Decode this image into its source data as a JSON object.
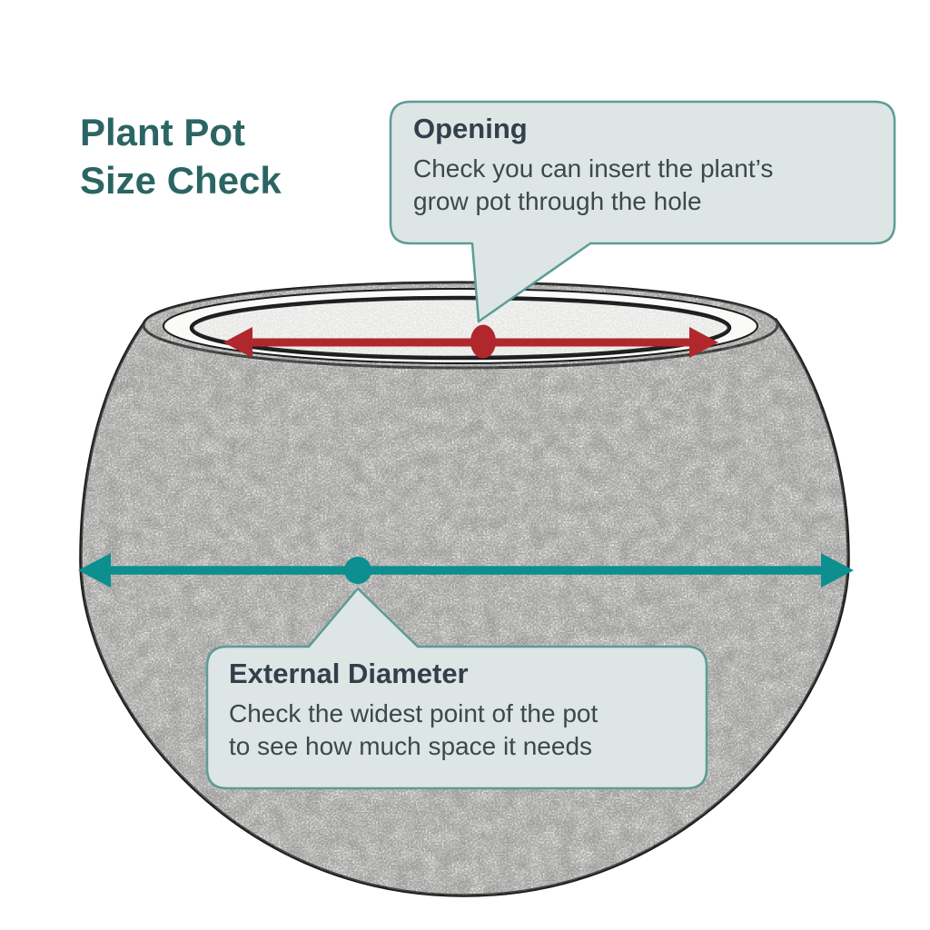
{
  "title": {
    "line1": "Plant Pot",
    "line2": "Size Check"
  },
  "callouts": {
    "opening": {
      "heading": "Opening",
      "body_line1": "Check you can insert the plant’s",
      "body_line2": "grow pot through the hole"
    },
    "external_diameter": {
      "heading": "External Diameter",
      "body_line1": "Check the widest point of the pot",
      "body_line2": "to see how much space it needs"
    }
  },
  "markers": {
    "opening_marker": "red-oval-marker",
    "external_marker": "teal-circle-marker"
  },
  "colors": {
    "title_text": "#2b6563",
    "callout_bg": "#dde6e5",
    "callout_border": "#5d9b96",
    "heading_text": "#33404b",
    "body_text": "#3e474d",
    "arrow_red": "#b0282c",
    "arrow_teal": "#0d8f90",
    "sketch_ink": "#1c1c1c",
    "pot_fill": "#f5f4f1"
  }
}
